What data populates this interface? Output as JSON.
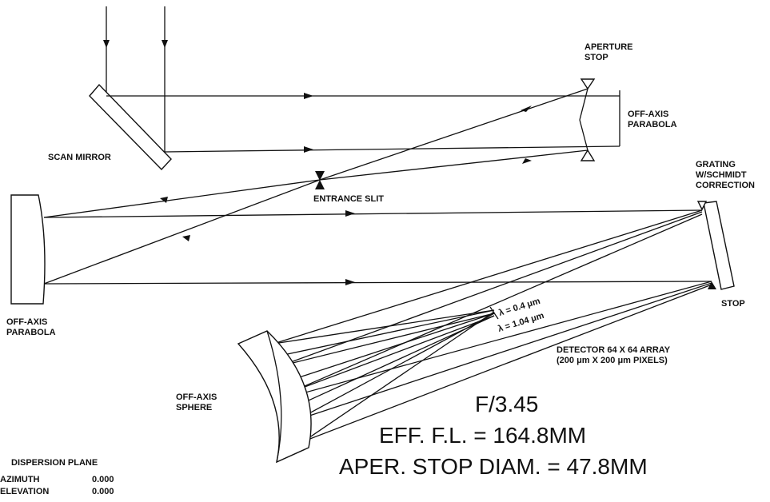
{
  "labels": {
    "aperture_stop": [
      "APERTURE",
      "STOP"
    ],
    "off_axis_parabola_1": [
      "OFF-AXIS",
      "PARABOLA"
    ],
    "scan_mirror": "SCAN MIRROR",
    "entrance_slit": "ENTRANCE SLIT",
    "grating": [
      "GRATING",
      "W/SCHMIDT",
      "CORRECTION"
    ],
    "off_axis_parabola_2": [
      "OFF-AXIS",
      "PARABOLA"
    ],
    "stop": "STOP",
    "wavelength_short": "λ = 0.4 μm",
    "wavelength_long": "λ = 1.04 μm",
    "detector": [
      "DETECTOR 64 X 64 ARRAY",
      "(200 μm X 200 μm PIXELS)"
    ],
    "off_axis_sphere": [
      "OFF-AXIS",
      "SPHERE"
    ]
  },
  "specs": {
    "f_number": "F/3.45",
    "eff_fl": "EFF. F.L. = 164.8MM",
    "aper_stop_diam": "APER. STOP DIAM. = 47.8MM"
  },
  "dispersion_plane": {
    "title": "DISPERSION PLANE",
    "rows": [
      {
        "label": "AZIMUTH",
        "value": "0.000"
      },
      {
        "label": "ELEVATION",
        "value": "0.000"
      }
    ]
  }
}
